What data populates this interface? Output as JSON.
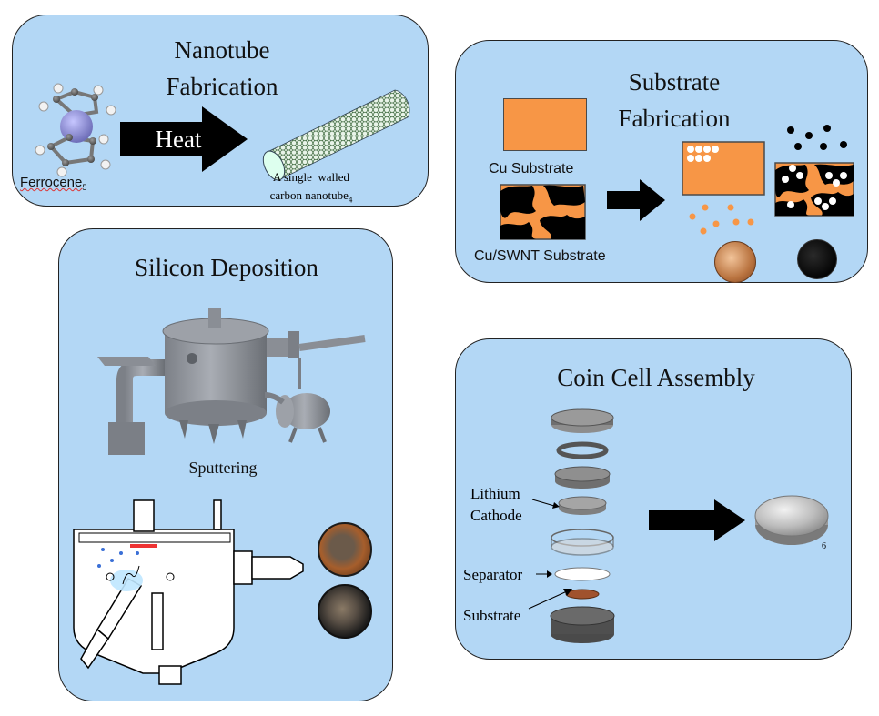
{
  "nanotube": {
    "title_line1": "Nanotube",
    "title_line2": "Fabrication",
    "heat_label": "Heat",
    "ferrocene_label": "Ferrocene",
    "ferrocene_ref": "5",
    "cnt_caption_line1": "A single  walled",
    "cnt_caption_line2": "carbon nanotube",
    "cnt_ref": "4"
  },
  "substrate": {
    "title_line1": "Substrate",
    "title_line2": "Fabrication",
    "cu_label": "Cu Substrate",
    "cuswnt_label": "Cu/SWNT Substrate",
    "colors": {
      "copper": "#f79646",
      "nanotube": "#000000",
      "silicon": "#ffffff"
    }
  },
  "silicon": {
    "title": "Silicon Deposition",
    "sputtering_label": "Sputtering"
  },
  "coincell": {
    "title": "Coin Cell Assembly",
    "lithium_label_line1": "Lithium",
    "lithium_label_line2": "Cathode",
    "separator_label": "Separator",
    "substrate_label": "Substrate",
    "coin_ref": "6"
  }
}
